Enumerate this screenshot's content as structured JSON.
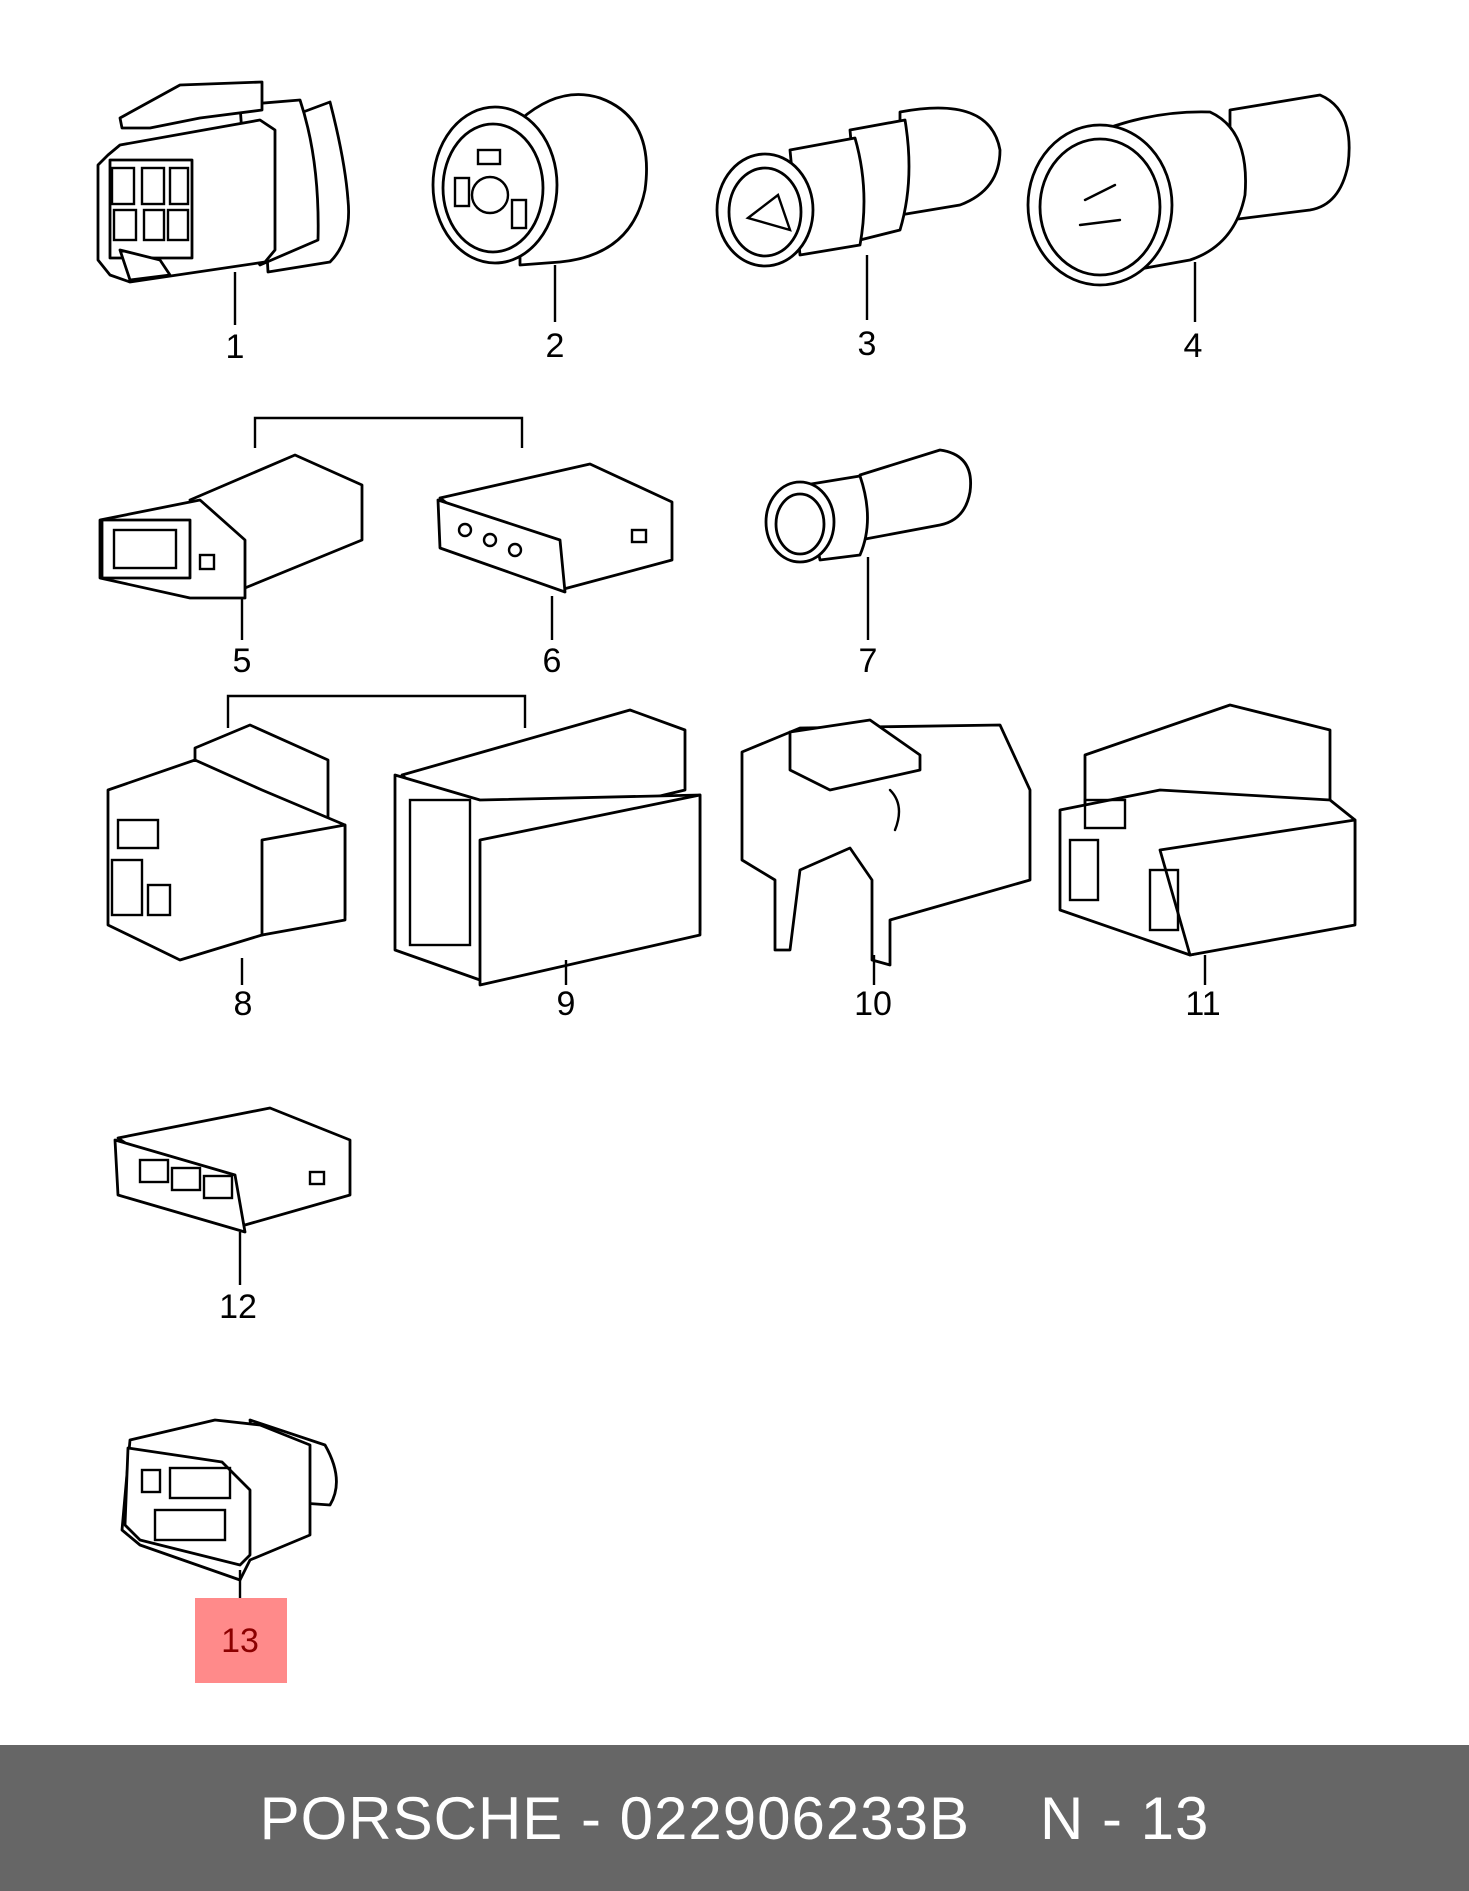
{
  "callouts": [
    "1",
    "2",
    "3",
    "4",
    "5",
    "6",
    "7",
    "8",
    "9",
    "10",
    "11",
    "12",
    "13"
  ],
  "highlighted_callout": "13",
  "highlight_color": "#ff8a8a",
  "footer": {
    "part_info": "PORSCHE - 022906233B",
    "page_ref": "N - 13",
    "background": "#666666"
  }
}
